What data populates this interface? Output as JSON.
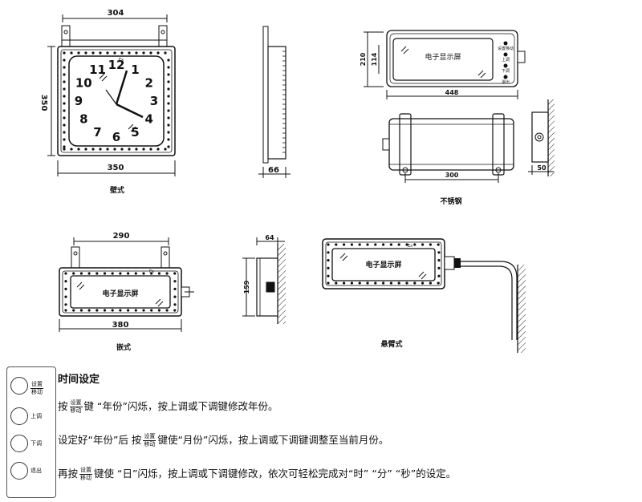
{
  "diagrams": {
    "wall": {
      "label": "壁式",
      "width": "304",
      "height": "350",
      "face_width": "350",
      "depth": "66",
      "ex_mark": "Ex",
      "numbers": [
        "12",
        "1",
        "2",
        "3",
        "4",
        "5",
        "6",
        "7",
        "8",
        "9",
        "10",
        "11"
      ]
    },
    "stainless": {
      "label": "不锈钢",
      "height_outer": "210",
      "height_inner": "114",
      "width": "448",
      "screen_text": "电子显示屏",
      "button_labels": [
        "设置移动",
        "上调",
        "下调",
        "退出"
      ],
      "mount_width": "300",
      "side_depth": "50"
    },
    "embed": {
      "label": "嵌式",
      "top_width": "290",
      "bottom_width": "380",
      "ex_mark": "Ex",
      "side_depth": "64",
      "side_height": "159",
      "screen_text": "电子显示屏"
    },
    "arm": {
      "label": "悬臂式",
      "ex_mark": "Ex",
      "screen_text": "电子显示屏"
    }
  },
  "panel": {
    "buttons": [
      {
        "top": "设置",
        "bottom": "移动"
      },
      {
        "single": "上调"
      },
      {
        "single": "下调"
      },
      {
        "single": "退出"
      }
    ]
  },
  "instructions": {
    "title": "时间设定",
    "key_top": "设置",
    "key_bottom": "移动",
    "line1_pre": "按",
    "line1_post": "键  “年份”闪烁，按上调或下调键修改年份。",
    "line2_pre": "设定好“年份”后 按",
    "line2_post": "键使“月份”闪烁，按上调或下调键调整至当前月份。",
    "line3_pre": "再按",
    "line3_post": "键使  “日”闪烁，按上调或下调键修改，依次可轻松完成对“时”  “分”  “秒”的设定。"
  }
}
